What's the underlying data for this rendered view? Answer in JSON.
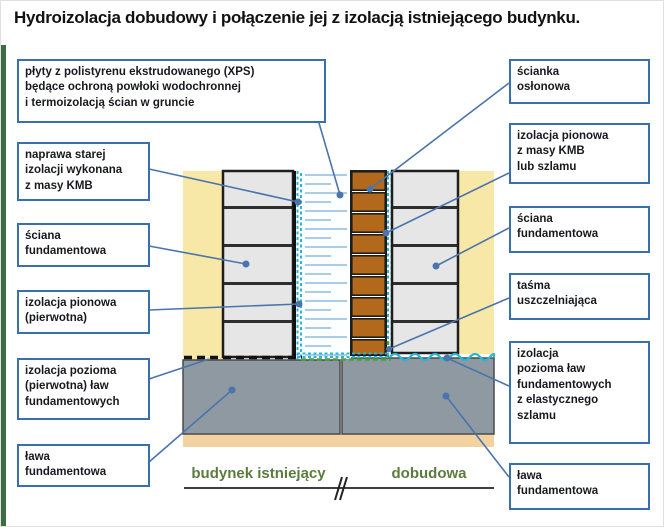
{
  "title": "Hydroizolacja dobudowy i połączenie jej z izolacją istniejącego budynku.",
  "labels": {
    "left": [
      {
        "text": "płyty z polistyrenu ekstrudowanego (XPS)\nbędące ochroną powłoki wodochronnej\ni termoizolacją ścian w gruncie"
      },
      {
        "text": "naprawa starej\nizolacji wykonana\nz masy KMB"
      },
      {
        "text": "ściana\nfundamentowa"
      },
      {
        "text": "izolacja pionowa\n(pierwotna)"
      },
      {
        "text": "izolacja pozioma\n(pierwotna) ław\nfundamentowych"
      },
      {
        "text": "ława\nfundamentowa"
      }
    ],
    "right": [
      {
        "text": "ścianka\nosłonowa"
      },
      {
        "text": "izolacja pionowa\nz masy KMB\nlub szlamu"
      },
      {
        "text": "ściana\nfundamentowa"
      },
      {
        "text": "taśma\nuszczelniająca"
      },
      {
        "text": "izolacja\npozioma ław\nfundamentowych\nz elastycznego\nszlamu"
      },
      {
        "text": "ława\nfundamentowa"
      }
    ]
  },
  "footer": {
    "left_zone": "budynek istniejący",
    "right_zone": "dobudowa"
  },
  "colors": {
    "label_border": "#3a6fae",
    "leader_line": "#4a74ad",
    "soil": "#f8e8a8",
    "wall_block": "#e6e6e6",
    "brick": "#b2691c",
    "xps_hatch": "#a9cce9",
    "new_insulation_cyan": "#29b5d8",
    "sealing_green": "#46a03c",
    "footing": "#8e99a1",
    "subsoil": "#f2d2a0",
    "zone_text": "#5b7c3e",
    "edge_strip": "#3f6b44"
  }
}
